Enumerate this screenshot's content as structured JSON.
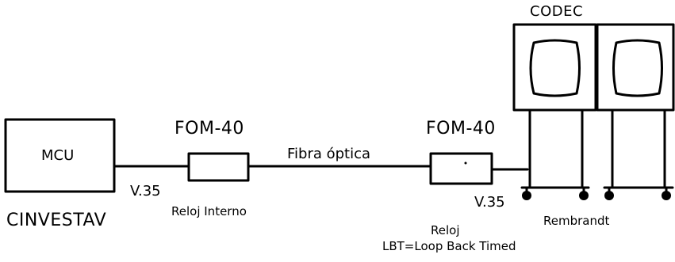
{
  "labels": {
    "codec": "CODEC",
    "mcu": "MCU",
    "cinvestav": "CINVESTAV",
    "fom_left": "FOM-40",
    "fom_right": "FOM-40",
    "fibra": "Fibra óptica",
    "v35_left": "V.35",
    "v35_right": "V.35",
    "reloj_interno": "Reloj Interno",
    "reloj": "Reloj",
    "lbt": "LBT=Loop Back Timed",
    "rembrandt": "Rembrandt"
  }
}
